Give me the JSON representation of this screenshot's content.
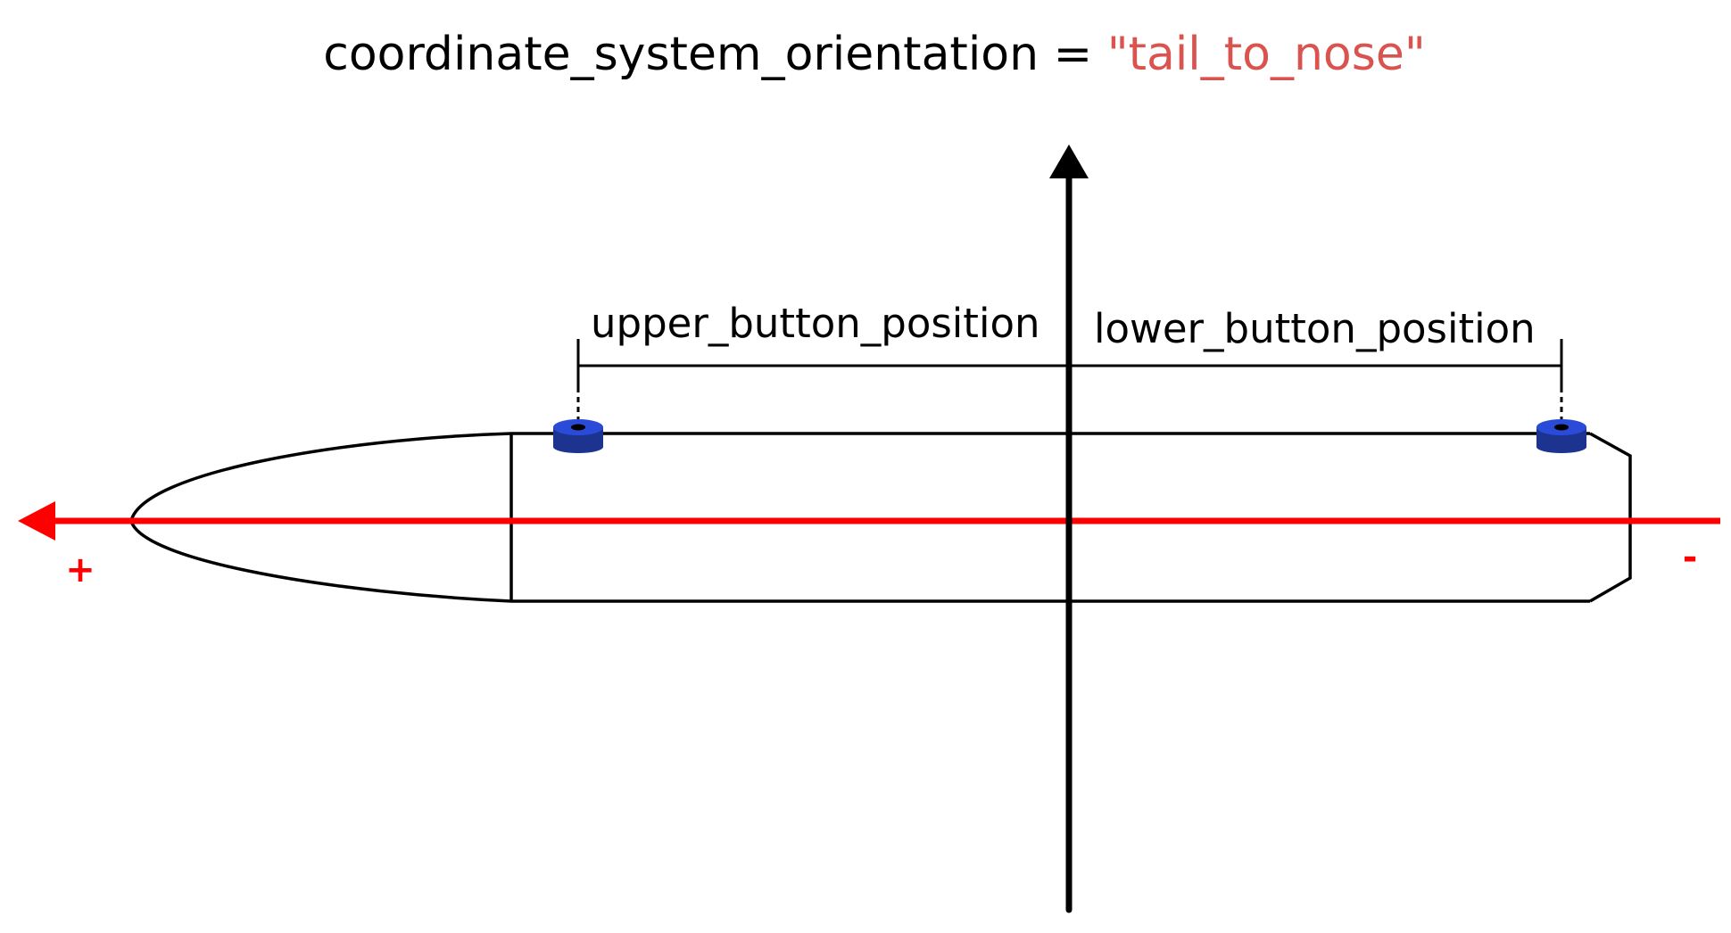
{
  "title": {
    "variable": "coordinate_system_orientation",
    "operator": " = ",
    "value": "\"tail_to_nose\""
  },
  "labels": {
    "upper_button": "upper_button_position",
    "lower_button": "lower_button_position"
  },
  "axis": {
    "positive_sign": "+",
    "negative_sign": "-"
  },
  "colors": {
    "axis_red": "#ff0000",
    "string_value": "#d9534f",
    "outline": "#000000",
    "button_top": "#2a4bd8",
    "button_side": "#1c3490"
  },
  "icons": {
    "rocket": "rocket-body-outline",
    "button": "rail-button-icon"
  }
}
